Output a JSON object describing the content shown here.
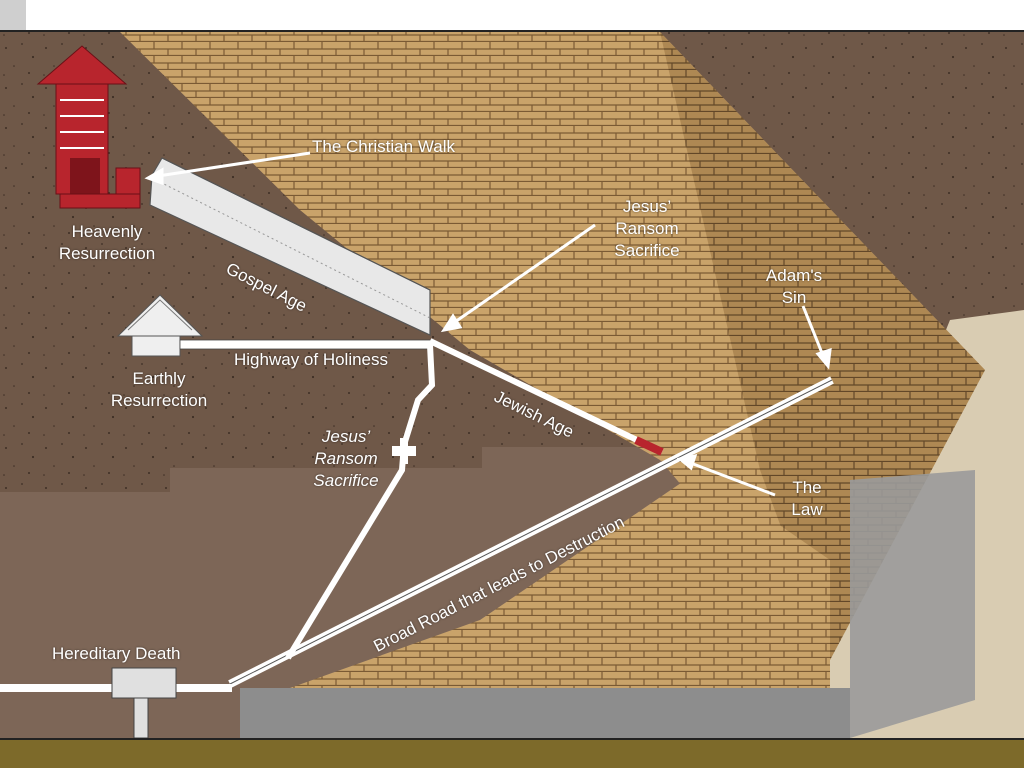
{
  "slide": {
    "colors": {
      "earth": "#6f5848",
      "rock_lower": "#7d6657",
      "pyramid_light": "#c9a36a",
      "pyramid_dark": "#9c7a4b",
      "sand": "#d9ccb2",
      "bottom_bar": "#7d6a2a",
      "red": "#b8252d",
      "passage": "#ffffff"
    }
  },
  "diagram": {
    "labels": {
      "christian_walk": "The Christian Walk",
      "heavenly_resurrection": [
        "Heavenly",
        "Resurrection"
      ],
      "gospel_age": "Gospel Age",
      "jesus_ransom_top": [
        "Jesus’",
        "Ransom",
        "Sacrifice"
      ],
      "adams_sin": [
        "Adam's",
        "Sin"
      ],
      "highway_of_holiness": "Highway of Holiness",
      "earthly_resurrection": [
        "Earthly",
        "Resurrection"
      ],
      "jewish_age": "Jewish Age",
      "jesus_ransom_mid": [
        "Jesus’",
        "Ransom",
        "Sacrifice"
      ],
      "the_law": [
        "The",
        "Law"
      ],
      "broad_road": "Broad Road that leads to Destruction",
      "hereditary_death": "Hereditary Death"
    }
  }
}
